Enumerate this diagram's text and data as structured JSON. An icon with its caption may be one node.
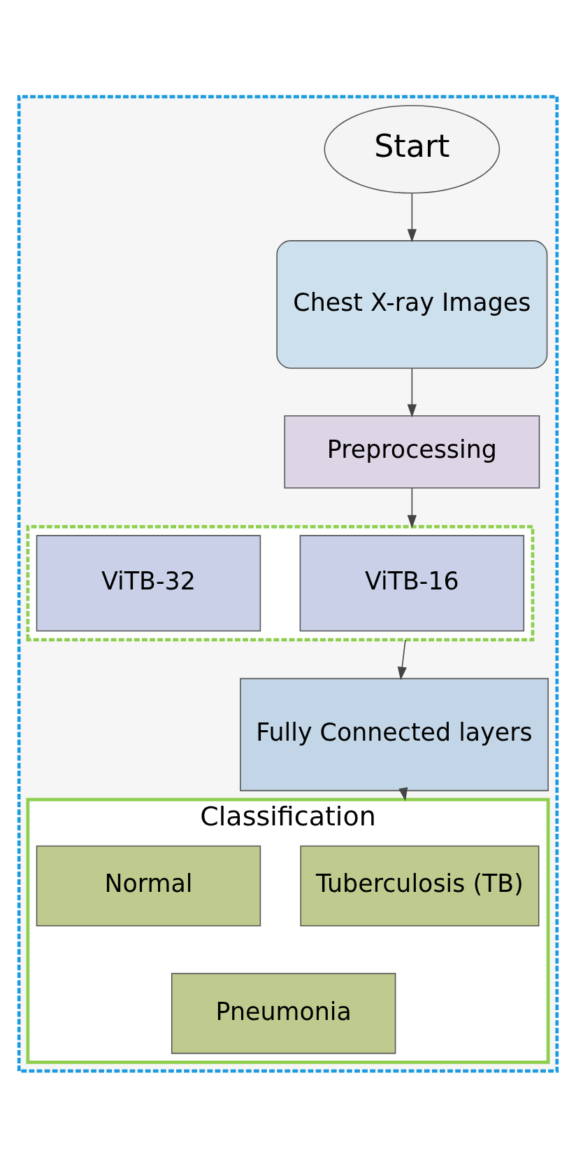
{
  "diagram": {
    "nodes": [
      {
        "text": [],
        "shape": "box"
      },
      {
        "text": [
          "Start"
        ],
        "in": 0
      },
      {
        "text": [
          "Chest X-ray Images"
        ],
        "in": 0
      },
      {
        "text": [
          "Preprocessing"
        ],
        "in": 0
      },
      {
        "text": [],
        "shape": "box",
        "in": 0
      },
      {
        "text": [
          "ViTB-16"
        ],
        "in": 4
      },
      {
        "text": [
          "ViTB-32"
        ],
        "in": 4
      },
      {
        "text": [
          "Fully Connected layers"
        ],
        "in": 0
      },
      {
        "text": [
          "Classification"
        ],
        "in": 0
      },
      {
        "text": [
          "Tuberculosis (TB)"
        ],
        "in": 8
      },
      {
        "text": [
          "Normal"
        ],
        "in": 8
      },
      {
        "text": [
          "Pneumonia"
        ],
        "in": 8
      }
    ],
    "edges": [
      {
        "from": 1,
        "to": 2,
        "arrow": "to"
      },
      {
        "from": 2,
        "to": 3,
        "arrow": "to"
      },
      {
        "from": 3,
        "to": 4,
        "arrow": "to"
      },
      {
        "from": 4,
        "to": 7,
        "arrow": "to"
      },
      {
        "from": 7,
        "to": 8,
        "arrow": "to"
      }
    ]
  }
}
